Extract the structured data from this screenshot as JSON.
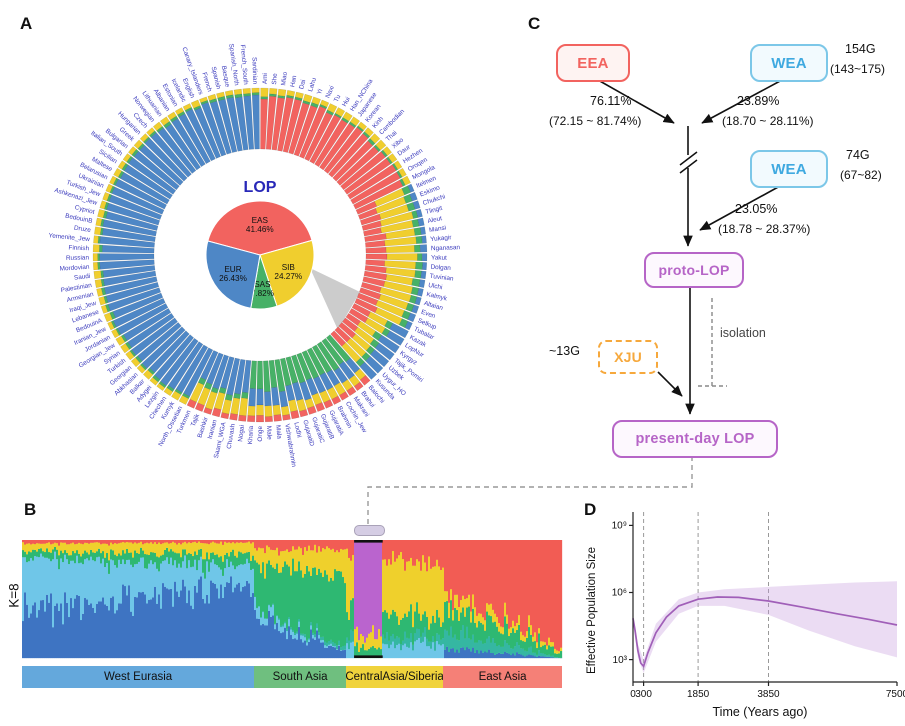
{
  "panel_labels": {
    "a": "A",
    "b": "B",
    "c": "C",
    "d": "D"
  },
  "panel_b": {
    "k_label": "K=8",
    "legend": [
      {
        "label": "West Eurasia",
        "color": "#64A8DC",
        "frac": 0.43
      },
      {
        "label": "South Asia",
        "color": "#6FBF7F",
        "frac": 0.17
      },
      {
        "label": "CentralAsia/Siberia",
        "color": "#F0D33C",
        "frac": 0.18
      },
      {
        "label": "East Asia",
        "color": "#F58077",
        "frac": 0.22
      }
    ]
  },
  "panel_c": {
    "nodes": {
      "eea": "EEA",
      "wea1": "WEA",
      "wea2": "WEA",
      "proto": "proto-LOP",
      "xju": "XJU",
      "present": "present-day LOP"
    },
    "annotations": {
      "gen1": "154G",
      "gen1_ci": "(143~175)",
      "pct_eea": "76.11%",
      "pct_eea_ci": "(72.15 ~ 81.74%)",
      "pct_wea1": "23.89%",
      "pct_wea1_ci": "(18.70 ~ 28.11%)",
      "gen2": "74G",
      "gen2_ci": "(67~82)",
      "pct_wea2": "23.05%",
      "pct_wea2_ci": "(18.78 ~ 28.37%)",
      "xju_gen": "~13G",
      "isolation": "isolation"
    },
    "colors": {
      "eea": "#F2635F",
      "wea": "#45AEE0",
      "lop": "#B665C7",
      "xju": "#F6A83C"
    }
  },
  "chart_data": [
    {
      "id": "lop_pie",
      "type": "pie",
      "title": "LOP",
      "labels": [
        "EAS",
        "SIB",
        "SAS",
        "EUR"
      ],
      "values": [
        41.46,
        24.27,
        7.82,
        26.43
      ],
      "colors": [
        "#F2635F",
        "#F0CE2E",
        "#47B167",
        "#4E87C6"
      ],
      "start_angle_deg": -75
    },
    {
      "id": "circular_admixture",
      "type": "bar",
      "subtype": "circular-stacked-admixture",
      "component_colors": {
        "red": "#F2635F",
        "yellow": "#F0CE2E",
        "blue": "#4E87C6",
        "green": "#47B167"
      },
      "region_profiles": {
        "eas": [
          [
            "red",
            0.86
          ],
          [
            "green",
            0.04
          ],
          [
            "yellow",
            0.1
          ]
        ],
        "sib": [
          [
            "red",
            0.32
          ],
          [
            "yellow",
            0.5
          ],
          [
            "green",
            0.1
          ],
          [
            "blue",
            0.08
          ]
        ],
        "ca": [
          [
            "red",
            0.28
          ],
          [
            "yellow",
            0.34
          ],
          [
            "green",
            0.1
          ],
          [
            "blue",
            0.28
          ]
        ],
        "sas": [
          [
            "green",
            0.46
          ],
          [
            "blue",
            0.28
          ],
          [
            "yellow",
            0.16
          ],
          [
            "red",
            0.1
          ]
        ],
        "weam": [
          [
            "blue",
            0.55
          ],
          [
            "green",
            0.08
          ],
          [
            "yellow",
            0.27
          ],
          [
            "red",
            0.1
          ]
        ],
        "wea": [
          [
            "blue",
            0.88
          ],
          [
            "green",
            0.04
          ],
          [
            "yellow",
            0.08
          ]
        ]
      },
      "populations": [
        [
          "Ami",
          "eas"
        ],
        [
          "She",
          "eas"
        ],
        [
          "Miao",
          "eas"
        ],
        [
          "Han",
          "eas"
        ],
        [
          "Dai",
          "eas"
        ],
        [
          "Lahu",
          "eas"
        ],
        [
          "Yi",
          "eas"
        ],
        [
          "Naxi",
          "eas"
        ],
        [
          "Tu",
          "eas"
        ],
        [
          "Hui",
          "eas"
        ],
        [
          "Han_NChina",
          "eas"
        ],
        [
          "Japanese",
          "eas"
        ],
        [
          "Korean",
          "eas"
        ],
        [
          "Kinh",
          "eas"
        ],
        [
          "Cambodian",
          "eas"
        ],
        [
          "Thai",
          "eas"
        ],
        [
          "Xibo",
          "eas"
        ],
        [
          "Daur",
          "eas"
        ],
        [
          "Hezhen",
          "eas"
        ],
        [
          "Oroqen",
          "eas"
        ],
        [
          "Mongola",
          "eas"
        ],
        [
          "Itelmen",
          "sib"
        ],
        [
          "Eskimo",
          "sib"
        ],
        [
          "Chukchi",
          "sib"
        ],
        [
          "Tlingit",
          "sib"
        ],
        [
          "Aleut",
          "sib"
        ],
        [
          "Mansi",
          "sib"
        ],
        [
          "Yukagir",
          "sib"
        ],
        [
          "Nganasan",
          "sib"
        ],
        [
          "Yakut",
          "sib"
        ],
        [
          "Dolgan",
          "sib"
        ],
        [
          "Tuvinian",
          "sib"
        ],
        [
          "Ulchi",
          "sib"
        ],
        [
          "Kalmyk",
          "sib"
        ],
        [
          "Altaian",
          "sib"
        ],
        [
          "Even",
          "sib"
        ],
        [
          "Selkup",
          "sib"
        ],
        [
          "Tubalar",
          "sib"
        ],
        [
          "Kazak",
          "ca"
        ],
        [
          "LopNur",
          "ca"
        ],
        [
          "Kyrgyz",
          "ca"
        ],
        [
          "Tajik_Pomiri",
          "ca"
        ],
        [
          "Uzbek",
          "ca"
        ],
        [
          "Uygur_HO",
          "ca"
        ],
        [
          "Kusunda",
          "ca"
        ],
        [
          "Balochi",
          "sas"
        ],
        [
          "Brahui",
          "sas"
        ],
        [
          "Makrani",
          "sas"
        ],
        [
          "Cochin_Jew",
          "sas"
        ],
        [
          "Brahmin",
          "sas"
        ],
        [
          "GujaratiA",
          "sas"
        ],
        [
          "GujaratiB",
          "sas"
        ],
        [
          "GujaratiC",
          "sas"
        ],
        [
          "GujaratiD",
          "sas"
        ],
        [
          "Lodhi",
          "sas"
        ],
        [
          "Vishwabrahmin",
          "sas"
        ],
        [
          "Mala",
          "sas"
        ],
        [
          "Male",
          "sas"
        ],
        [
          "Onge",
          "sas"
        ],
        [
          "Kharia",
          "sas"
        ],
        [
          "Nogai",
          "weam"
        ],
        [
          "Chuvash",
          "weam"
        ],
        [
          "Saami_WGA",
          "weam"
        ],
        [
          "Iranian",
          "weam"
        ],
        [
          "Bashkir",
          "weam"
        ],
        [
          "Tajik",
          "weam"
        ],
        [
          "Turkmen",
          "weam"
        ],
        [
          "North_Ossetian",
          "wea"
        ],
        [
          "Kumyk",
          "wea"
        ],
        [
          "Chechen",
          "wea"
        ],
        [
          "Lezgin",
          "wea"
        ],
        [
          "Adygei",
          "wea"
        ],
        [
          "Balkar",
          "wea"
        ],
        [
          "Abkhasian",
          "wea"
        ],
        [
          "Georgian",
          "wea"
        ],
        [
          "Turkish",
          "wea"
        ],
        [
          "Syrian",
          "wea"
        ],
        [
          "Georgian_Jew",
          "wea"
        ],
        [
          "Jordanian",
          "wea"
        ],
        [
          "Iranian_Jew",
          "wea"
        ],
        [
          "BedouinA",
          "wea"
        ],
        [
          "Lebanese",
          "wea"
        ],
        [
          "Iraqi_Jew",
          "wea"
        ],
        [
          "Armenian",
          "wea"
        ],
        [
          "Palestinian",
          "wea"
        ],
        [
          "Saudi",
          "wea"
        ],
        [
          "Mordovian",
          "wea"
        ],
        [
          "Russian",
          "wea"
        ],
        [
          "Finnish",
          "wea"
        ],
        [
          "Yemenite_Jew",
          "wea"
        ],
        [
          "Druze",
          "wea"
        ],
        [
          "BedouinB",
          "wea"
        ],
        [
          "Cypriot",
          "wea"
        ],
        [
          "Ashkenazi_Jew",
          "wea"
        ],
        [
          "Turkish_Jew",
          "wea"
        ],
        [
          "Ukrainian",
          "wea"
        ],
        [
          "Belarusian",
          "wea"
        ],
        [
          "Maltese",
          "wea"
        ],
        [
          "Sicilian",
          "wea"
        ],
        [
          "Italian_South",
          "wea"
        ],
        [
          "Bulgarian",
          "wea"
        ],
        [
          "Greek",
          "wea"
        ],
        [
          "Hungarian",
          "wea"
        ],
        [
          "Czech",
          "wea"
        ],
        [
          "Norwegian",
          "wea"
        ],
        [
          "Lithuanian",
          "wea"
        ],
        [
          "Albanian",
          "wea"
        ],
        [
          "Estonian",
          "wea"
        ],
        [
          "Icelandic",
          "wea"
        ],
        [
          "English",
          "wea"
        ],
        [
          "Canary_Islanders",
          "wea"
        ],
        [
          "French",
          "wea"
        ],
        [
          "Spanish",
          "wea"
        ],
        [
          "Basque",
          "wea"
        ],
        [
          "Spanish_North",
          "wea"
        ],
        [
          "French_South",
          "wea"
        ],
        [
          "Sardinian",
          "wea"
        ]
      ]
    },
    {
      "id": "admixture_k8",
      "type": "bar",
      "subtype": "stacked-admixture",
      "k": 8,
      "colors": [
        "#3E74C2",
        "#6FC6E8",
        "#2EB872",
        "#35B7A2",
        "#EFD02C",
        "#BA64CE",
        "#F25C54",
        "#8ED44C"
      ],
      "segments": [
        {
          "label": "West Eurasia",
          "frac": 0.43,
          "start": [
            [
              0,
              0.4
            ],
            [
              1,
              0.45
            ],
            [
              2,
              0.06
            ],
            [
              4,
              0.06
            ],
            [
              6,
              0.03
            ]
          ],
          "end": [
            [
              0,
              0.62
            ],
            [
              1,
              0.16
            ],
            [
              2,
              0.1
            ],
            [
              4,
              0.1
            ],
            [
              6,
              0.02
            ]
          ]
        },
        {
          "label": "South Asia",
          "frac": 0.17,
          "start": [
            [
              2,
              0.42
            ],
            [
              0,
              0.3
            ],
            [
              1,
              0.08
            ],
            [
              4,
              0.12
            ],
            [
              6,
              0.08
            ]
          ],
          "end": [
            [
              2,
              0.55
            ],
            [
              4,
              0.25
            ],
            [
              0,
              0.08
            ],
            [
              6,
              0.08
            ],
            [
              3,
              0.04
            ]
          ]
        },
        {
          "label": "CentralAsia/Siberia",
          "frac": 0.18,
          "start": [
            [
              4,
              0.45
            ],
            [
              2,
              0.25
            ],
            [
              3,
              0.08
            ],
            [
              6,
              0.12
            ],
            [
              1,
              0.1
            ]
          ],
          "end": [
            [
              4,
              0.5
            ],
            [
              2,
              0.12
            ],
            [
              6,
              0.2
            ],
            [
              1,
              0.12
            ],
            [
              3,
              0.06
            ]
          ]
        },
        {
          "label": "East Asia",
          "frac": 0.22,
          "start": [
            [
              6,
              0.4
            ],
            [
              2,
              0.25
            ],
            [
              3,
              0.15
            ],
            [
              4,
              0.12
            ],
            [
              0,
              0.08
            ]
          ],
          "end": [
            [
              6,
              0.93
            ],
            [
              2,
              0.04
            ],
            [
              4,
              0.03
            ]
          ]
        }
      ],
      "highlight": {
        "label": "LOP",
        "start": 0.615,
        "end": 0.668,
        "color": "#BA64CE",
        "mix": [
          [
            5,
            0.82
          ],
          [
            4,
            0.1
          ],
          [
            2,
            0.08
          ]
        ]
      }
    },
    {
      "id": "effective_population_size",
      "type": "line",
      "xlabel": "Time (Years ago)",
      "ylabel": "Effective Population Size",
      "xlim": [
        0,
        7500
      ],
      "ylim_log10": [
        2,
        9.6
      ],
      "xticks": [
        0,
        300,
        1850,
        3850,
        7500
      ],
      "yticks": [
        {
          "log": 3,
          "label": "10³"
        },
        {
          "log": 6,
          "label": "10⁶"
        },
        {
          "log": 9,
          "label": "10⁹"
        }
      ],
      "dashed_x": [
        300,
        1850,
        3850
      ],
      "line_color": "#A05FB8",
      "band_color": "#C79BDC",
      "series_x": [
        0,
        60,
        140,
        220,
        300,
        420,
        650,
        950,
        1300,
        1850,
        2400,
        3000,
        3850,
        4800,
        5800,
        6700,
        7500
      ],
      "series_log10": [
        4.85,
        4.3,
        3.4,
        2.85,
        2.7,
        3.3,
        4.2,
        4.9,
        5.4,
        5.7,
        5.8,
        5.78,
        5.62,
        5.35,
        5.05,
        4.8,
        4.55
      ],
      "band_x": [
        0,
        140,
        300,
        650,
        1300,
        1850,
        2600,
        3850,
        5000,
        6300,
        7500
      ],
      "band_upper_log10": [
        5.05,
        3.7,
        3.0,
        4.6,
        5.7,
        6.0,
        6.15,
        6.25,
        6.35,
        6.45,
        6.5
      ],
      "band_lower_log10": [
        4.6,
        3.1,
        2.4,
        3.8,
        5.05,
        5.4,
        5.4,
        5.0,
        4.3,
        3.6,
        3.1
      ]
    }
  ]
}
